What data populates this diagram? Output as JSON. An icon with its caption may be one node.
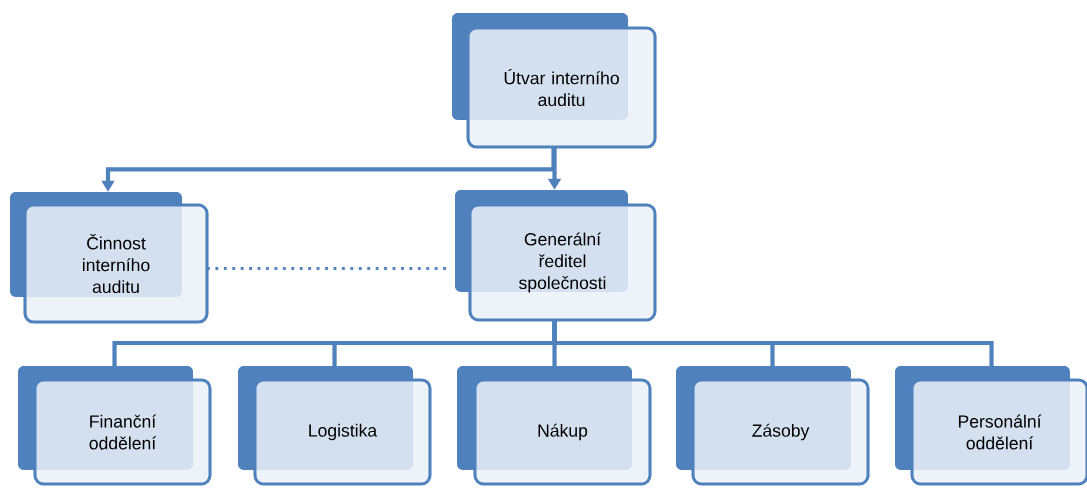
{
  "diagram": {
    "nodes": [
      {
        "text": [
          "Útvar interního auditu"
        ]
      },
      {
        "text": [
          "Činnost interního auditu"
        ]
      },
      {
        "text": [
          "Generální ředitel společnosti"
        ]
      },
      {
        "text": [
          "Finanční oddělení"
        ]
      },
      {
        "text": [
          "Logistika"
        ]
      },
      {
        "text": [
          "Nákup"
        ]
      },
      {
        "text": [
          "Zásoby"
        ]
      },
      {
        "text": [
          "Personální oddělení"
        ]
      }
    ],
    "edges": [
      {
        "from": 0,
        "to": 1,
        "arrow": "to"
      },
      {
        "from": 0,
        "to": 2,
        "arrow": "to"
      },
      {
        "from": 1,
        "to": 2,
        "arrow": "none",
        "style": "dashed"
      },
      {
        "from": 2,
        "to": 3,
        "arrow": "none"
      },
      {
        "from": 2,
        "to": 4,
        "arrow": "none"
      },
      {
        "from": 2,
        "to": 5,
        "arrow": "none"
      },
      {
        "from": 2,
        "to": 6,
        "arrow": "none"
      },
      {
        "from": 2,
        "to": 7,
        "arrow": "none"
      }
    ]
  }
}
